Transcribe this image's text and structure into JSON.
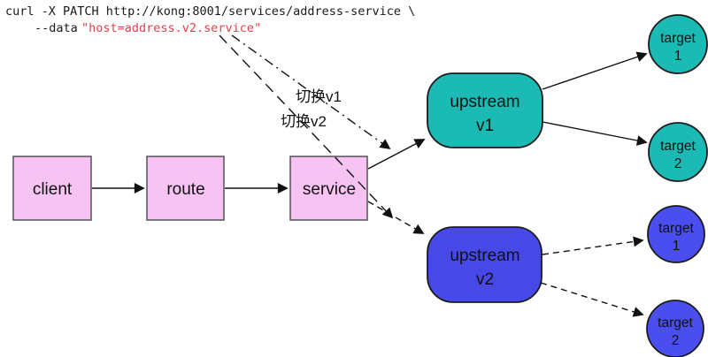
{
  "command": {
    "line1": "curl -X PATCH http://kong:8001/services/address-service \\",
    "line2_flag": "--data",
    "line2_value": "\"host=address.v2.service\""
  },
  "annotations": {
    "switch_v1": "切换v1",
    "switch_v2": "切换v2"
  },
  "nodes": {
    "client": {
      "label": "client"
    },
    "route": {
      "label": "route"
    },
    "service": {
      "label": "service"
    },
    "upstream_v1": {
      "label_line1": "upstream",
      "label_line2": "v1"
    },
    "upstream_v2": {
      "label_line1": "upstream",
      "label_line2": "v2"
    },
    "target_v1_1": {
      "label_line1": "target",
      "label_line2": "1"
    },
    "target_v1_2": {
      "label_line1": "target",
      "label_line2": "2"
    },
    "target_v2_1": {
      "label_line1": "target",
      "label_line2": "1"
    },
    "target_v2_2": {
      "label_line1": "target",
      "label_line2": "2"
    }
  },
  "colors": {
    "node_pink": "#f7c3f3",
    "upstream_v1_teal": "#1cbab5",
    "upstream_v2_blue": "#4649e8",
    "target_teal": "#1cbab5",
    "target_blue": "#4b4eee",
    "command_text": "#1a1a1a",
    "command_highlight": "#e5404d"
  }
}
